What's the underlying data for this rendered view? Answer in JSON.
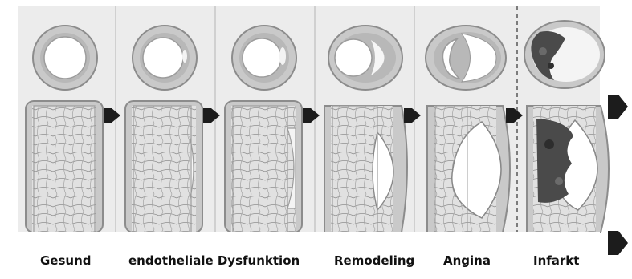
{
  "labels": [
    "Gesund",
    "endotheliale Dysfunktion",
    "Remodeling",
    "Angina",
    "Infarkt"
  ],
  "colors": {
    "panel_background": "#e9e9e9",
    "wall_outer": "#9a9a9a",
    "wall_fill": "#c9c9c9",
    "lumen": "#ffffff",
    "fibers": "#8f8f8f",
    "plaque": "#ffffff",
    "thrombus": "#4a4a4a",
    "arrow": "#1c1c1c"
  },
  "icons": {
    "stage_arrow": "right-arrow-icon"
  }
}
